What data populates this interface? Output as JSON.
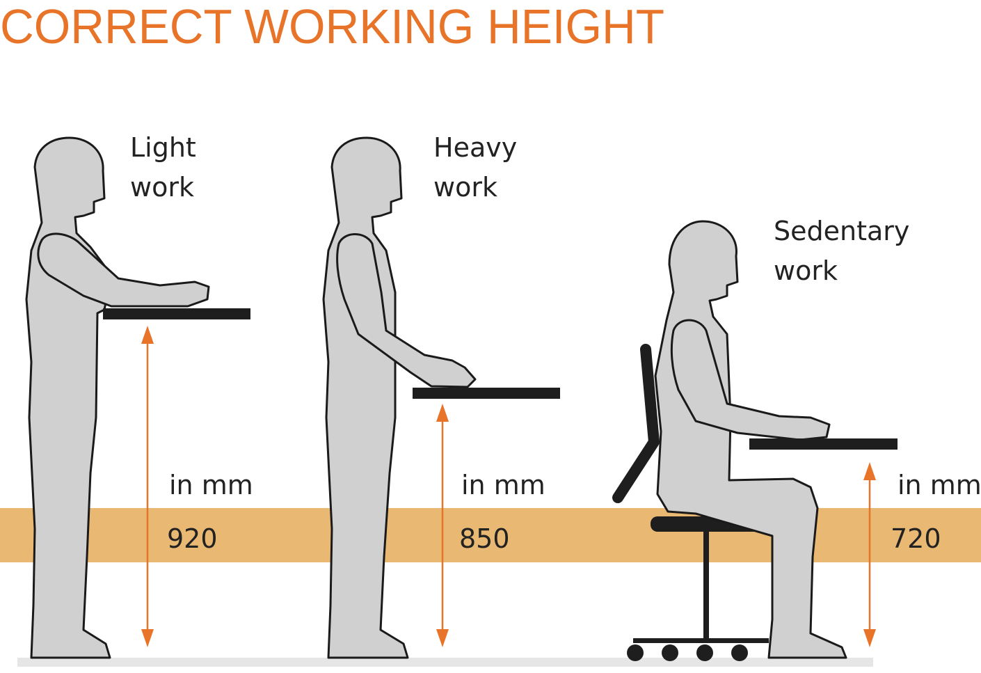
{
  "title": "CORRECT WORKING HEIGHT",
  "colors": {
    "accent": "#e8742a",
    "band": "#e9b873",
    "figure": "#d0d0d0",
    "desk": "#1e1e1e",
    "floor": "#e6e6e6"
  },
  "stations": [
    {
      "label_line1": "Light",
      "label_line2": "work",
      "unit": "in mm",
      "height": "920"
    },
    {
      "label_line1": "Heavy",
      "label_line2": "work",
      "unit": "in mm",
      "height": "850"
    },
    {
      "label_line1": "Sedentary",
      "label_line2": "work",
      "unit": "in mm",
      "height": "720"
    }
  ]
}
